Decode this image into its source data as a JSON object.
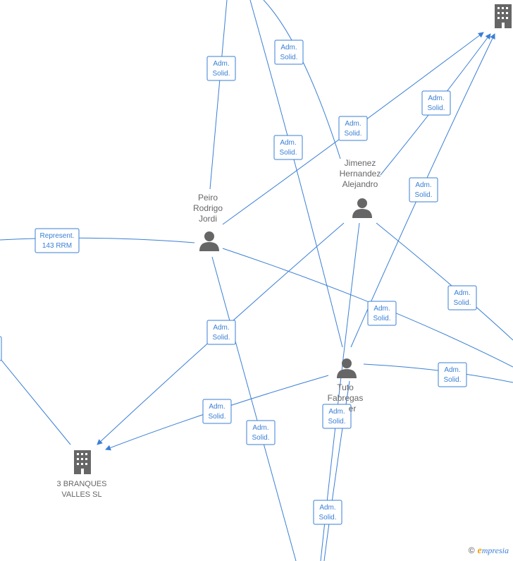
{
  "nodes": {
    "peiro": {
      "lines": [
        "Peiro",
        "Rodrigo",
        "Jordi"
      ]
    },
    "jimenez": {
      "lines": [
        "Jimenez",
        "Hernandez",
        "Alejandro"
      ]
    },
    "tuto": {
      "lines": [
        "Tuto",
        "Fabregas",
        "er"
      ]
    },
    "branques": {
      "lines": [
        "3 BRANQUES",
        "VALLES SL"
      ]
    }
  },
  "labels": {
    "adm": [
      "Adm.",
      "Solid."
    ],
    "represent": [
      "Represent.",
      "143 RRM"
    ]
  },
  "footer": {
    "copyright": "©",
    "brand_initial": "e",
    "brand_rest": "mpresia"
  },
  "colors": {
    "edge": "#3a7fd5",
    "node": "#666666",
    "brand": "#f0a000"
  }
}
